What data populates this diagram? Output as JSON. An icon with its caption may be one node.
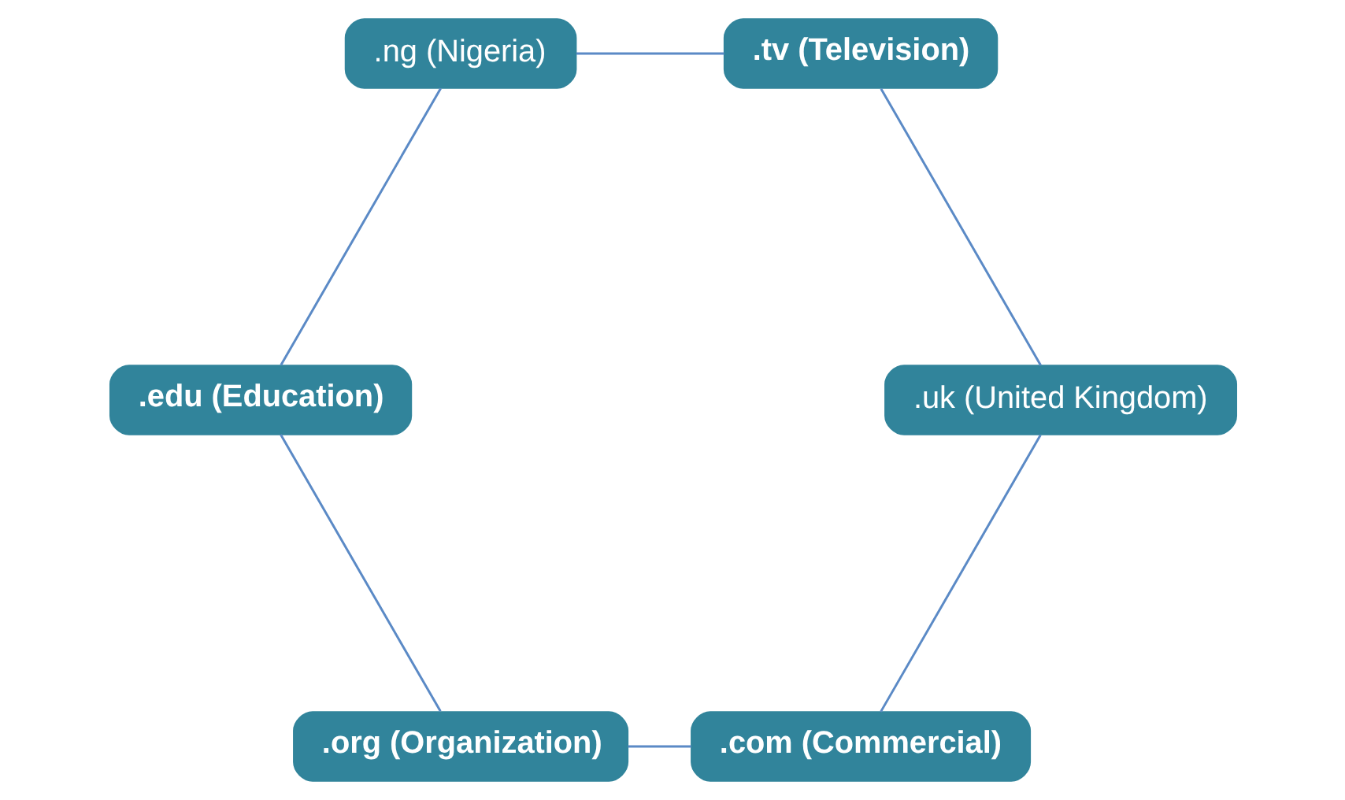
{
  "diagram": {
    "nodes": [
      {
        "text": [
          ".com (Commercial)"
        ]
      },
      {
        "text": [
          ".org (Organization)"
        ]
      },
      {
        "text": [
          ".edu (Education)"
        ]
      },
      {
        "text": [
          ".ng (Nigeria)"
        ]
      },
      {
        "text": [
          ".tv (Television)"
        ]
      },
      {
        "text": [
          ".uk (United Kingdom)"
        ]
      }
    ],
    "edges": [
      {
        "from": 0,
        "to": 1,
        "arrow": "none"
      },
      {
        "from": 1,
        "to": 2,
        "arrow": "none"
      },
      {
        "from": 2,
        "to": 3,
        "arrow": "none"
      },
      {
        "from": 3,
        "to": 4,
        "arrow": "none"
      },
      {
        "from": 4,
        "to": 5,
        "arrow": "none"
      },
      {
        "from": 5,
        "to": 0,
        "arrow": "none"
      }
    ]
  }
}
